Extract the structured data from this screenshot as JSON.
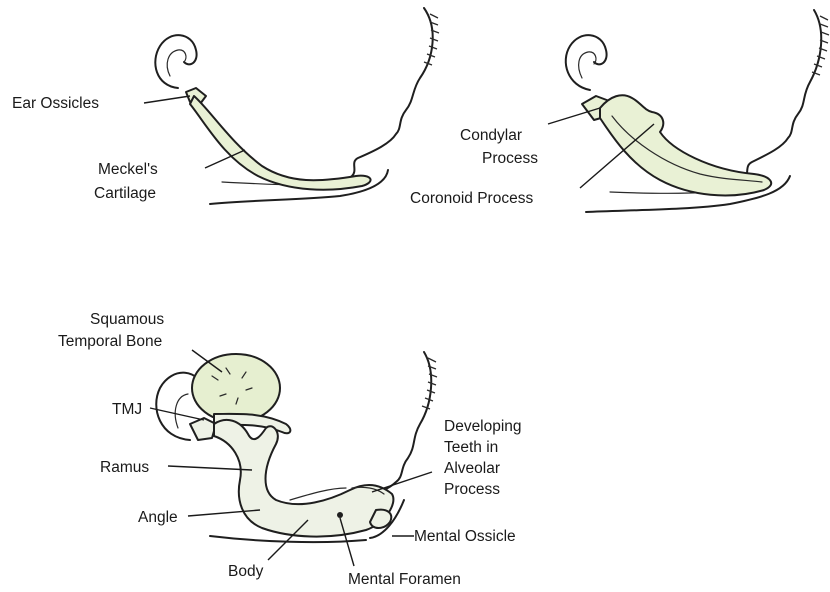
{
  "panels": {
    "top_left": {
      "labels": {
        "ear_ossicles": "Ear Ossicles",
        "meckels_line1": "Meckel's",
        "meckels_line2": "Cartilage"
      }
    },
    "top_right": {
      "labels": {
        "condylar_line1": "Condylar",
        "condylar_line2": "Process",
        "coronoid": "Coronoid Process"
      }
    },
    "bottom": {
      "labels": {
        "squamous_line1": "Squamous",
        "squamous_line2": "Temporal Bone",
        "tmj": "TMJ",
        "ramus": "Ramus",
        "angle": "Angle",
        "body": "Body",
        "developing_line1": "Developing",
        "developing_line2": "Teeth in",
        "developing_line3": "Alveolar",
        "developing_line4": "Process",
        "mental_ossicle": "Mental Ossicle",
        "mental_foramen": "Mental Foramen"
      }
    }
  },
  "colors": {
    "cartilage_fill": "#e9f1d5",
    "line": "#1f1f1f",
    "background": "#ffffff"
  }
}
